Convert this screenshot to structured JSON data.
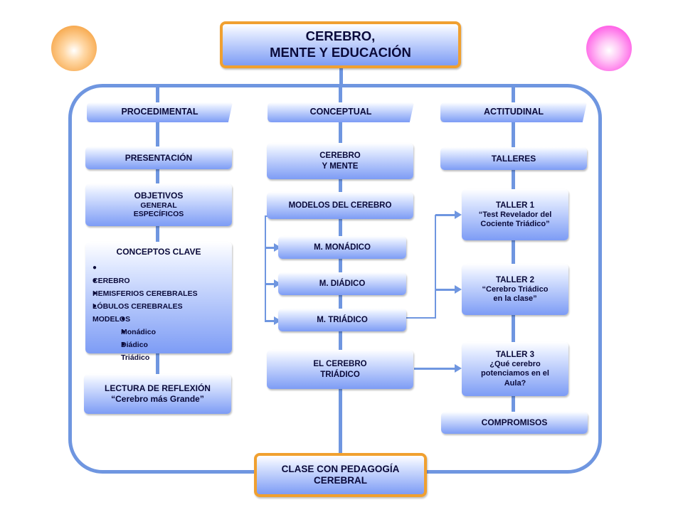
{
  "title": {
    "line1": "CEREBRO,",
    "line2": "MENTE  Y EDUCACIÓN"
  },
  "headers": {
    "procedimental": "PROCEDIMENTAL",
    "conceptual": "CONCEPTUAL",
    "actitudinal": "ACTITUDINAL"
  },
  "procedimental": {
    "presentacion": "PRESENTACIÓN",
    "objetivos": {
      "title": "OBJETIVOS",
      "line1": "GENERAL",
      "line2": "ESPECÍFICOS"
    },
    "conceptos": {
      "title": "CONCEPTOS  CLAVE",
      "items": [
        "CEREBRO",
        "HEMISFERIOS CEREBRALES",
        "LÓBULOS CEREBRALES",
        "MODELOS"
      ],
      "subitems": [
        "Monádico",
        "Diádico",
        "Triádico"
      ]
    },
    "lectura": {
      "title": "LECTURA  DE  REFLEXIÓN",
      "subtitle": "“Cerebro  más  Grande”"
    }
  },
  "conceptual": {
    "cerebro_mente": {
      "line1": "CEREBRO",
      "line2": "Y MENTE"
    },
    "modelos": "MODELOS  DEL CEREBRO",
    "monadico": "M.   MONÁDICO",
    "diadico": "M.   DIÁDICO",
    "triadico": "M.   TRIÁDICO",
    "cerebro_triadico": {
      "line1": "EL CEREBRO",
      "line2": "TRIÁDICO"
    }
  },
  "actitudinal": {
    "talleres": "TALLERES",
    "taller1": {
      "title": "TALLER 1",
      "line1": "“Test Revelador del",
      "line2": "Cociente Triádico”"
    },
    "taller2": {
      "title": "TALLER 2",
      "line1": "“Cerebro  Triádico",
      "line2": "en la clase”"
    },
    "taller3": {
      "title": "TALLER 3",
      "line1": "¿Qué cerebro",
      "line2": "potenciamos en el",
      "line3": "Aula?"
    },
    "compromisos": "COMPROMISOS"
  },
  "footer": {
    "line1": "CLASE CON PEDAGOGÍA",
    "line2": "CEREBRAL"
  },
  "colors": {
    "line": "#6f96e0",
    "accent_border": "#f0a030",
    "circle_left": "#f7a94e",
    "circle_right": "#ff44e0"
  }
}
